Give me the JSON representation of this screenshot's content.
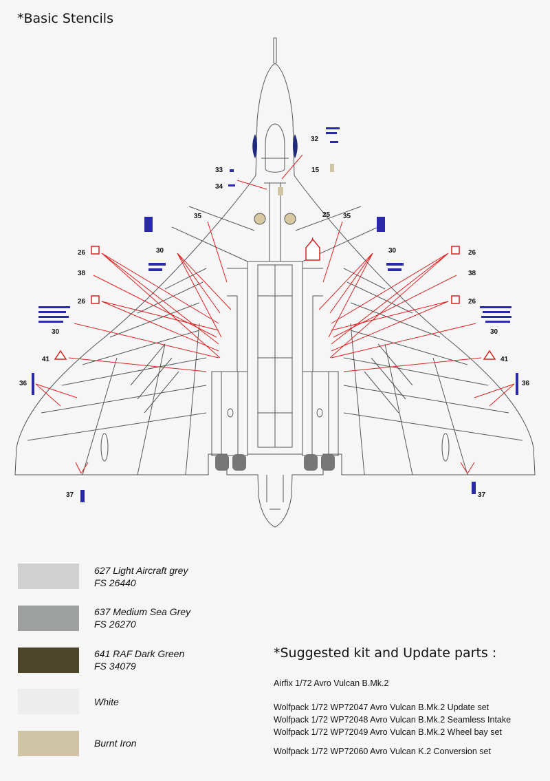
{
  "title": "*Basic Stencils",
  "callouts": {
    "n15": "15",
    "n25": "25",
    "n26": "26",
    "n30": "30",
    "n32": "32",
    "n33": "33",
    "n34": "34",
    "n35": "35",
    "n36": "36",
    "n37": "37",
    "n38": "38",
    "n41": "41"
  },
  "colors": {
    "outline": "#555555",
    "leader": "#e02020",
    "stencil_blue": "#2a2aa8",
    "stencil_red": "#d42020",
    "roundel_blue": "#1f2a7a",
    "panel_tan": "#c9b48e"
  },
  "paints": [
    {
      "name": "627 Light Aircraft grey",
      "code": "FS 26440",
      "color": "#cfd0cf"
    },
    {
      "name": "637 Medium Sea Grey",
      "code": "FS 26270",
      "color": "#9e9f9f"
    },
    {
      "name": "641 RAF Dark Green",
      "code": "FS 34079",
      "color": "#4c4529"
    },
    {
      "name": "White",
      "code": "",
      "color": "#ededed"
    },
    {
      "name": "Burnt Iron",
      "code": "",
      "color": "#d0c4a6"
    }
  ],
  "kits": {
    "heading": "*Suggested kit and Update parts :",
    "items": [
      "Airfix 1/72 Avro Vulcan B.Mk.2",
      "Wolfpack 1/72 WP72047 Avro Vulcan B.Mk.2 Update set",
      "Wolfpack 1/72 WP72048 Avro Vulcan B.Mk.2 Seamless Intake",
      "Wolfpack 1/72 WP72049 Avro Vulcan B.Mk.2 Wheel bay set",
      "Wolfpack 1/72 WP72060 Avro Vulcan K.2 Conversion set"
    ]
  }
}
